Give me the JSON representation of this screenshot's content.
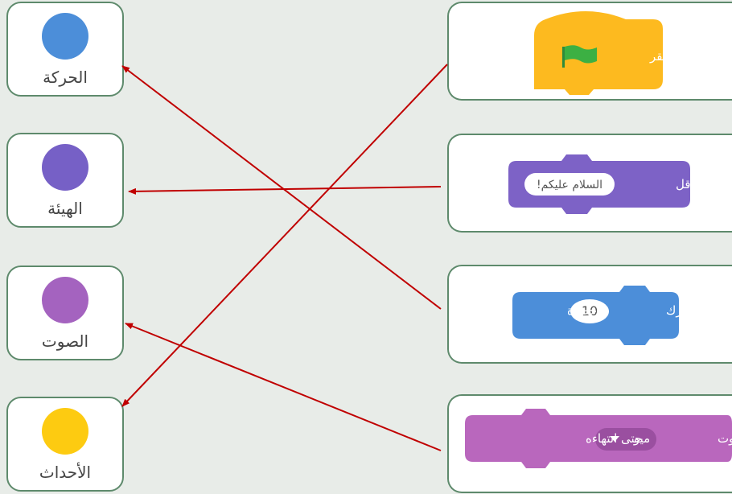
{
  "categories": [
    {
      "label": "الحركة",
      "color": "#4c8ed9"
    },
    {
      "label": "الهيئة",
      "color": "#7660c6"
    },
    {
      "label": "الصوت",
      "color": "#a463bf"
    },
    {
      "label": "الأحداث",
      "color": "#fdcb11"
    }
  ],
  "blocks": {
    "events": {
      "text": "عند نقر",
      "color": "#fdba1f",
      "flag_color": "#3cb043"
    },
    "looks": {
      "text": "قل",
      "input": "السلام عليكم!",
      "color": "#7d62c6"
    },
    "motion": {
      "text_start": "تحرك",
      "input": "10",
      "text_end": "خطوة",
      "color": "#4c8ed9"
    },
    "sound": {
      "text_start": "شغّل الصوت",
      "dropdown": "ميو",
      "text_end": "حتى انتهاءه",
      "color": "#b967bd",
      "dropdown_color": "#9a4fa0"
    }
  },
  "arrow_color": "#c00000",
  "connections": [
    {
      "from": "events",
      "to": "الأحداث"
    },
    {
      "from": "looks",
      "to": "الهيئة"
    },
    {
      "from": "motion",
      "to": "الحركة"
    },
    {
      "from": "sound",
      "to": "الصوت"
    }
  ]
}
